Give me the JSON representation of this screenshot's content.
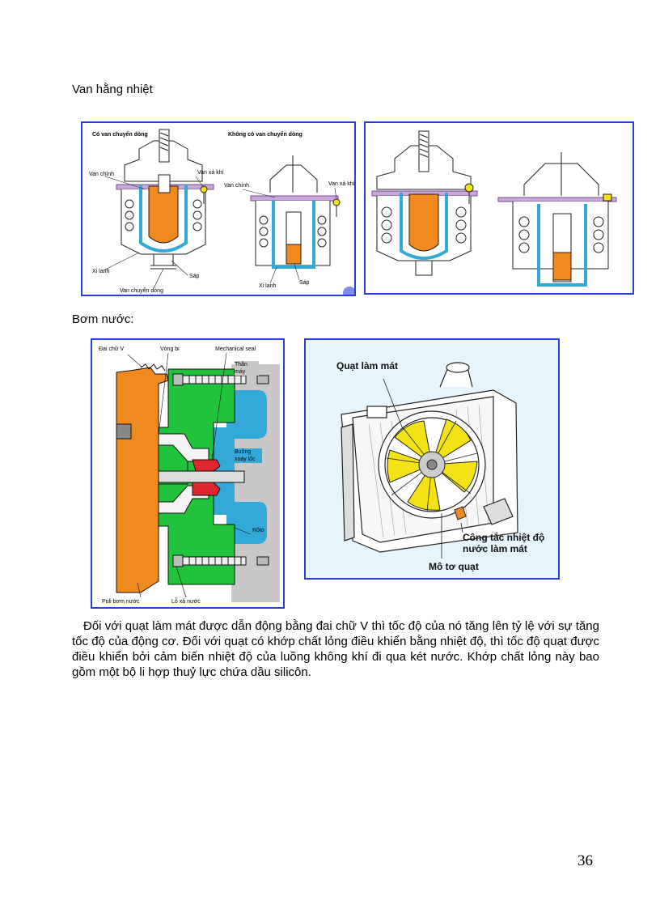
{
  "headings": {
    "thermostat": "Van hằng nhiệt",
    "water_pump": "Bơm nước:"
  },
  "figure_thermostat": {
    "titles": {
      "with_bypass": "Có van chuyển dòng",
      "without_bypass": "Không có van chuyển dòng"
    },
    "labels": {
      "main_valve_1": "Van chính",
      "bleed_valve_1": "Van xả khí",
      "cylinder_1": "Xi lanh",
      "wax_1": "Sáp",
      "bypass_valve": "Van chuyển dòng",
      "main_valve_2": "Van chính",
      "bleed_valve_2": "Van xả khí",
      "cylinder_2": "Xi lanh",
      "wax_2": "Sáp"
    }
  },
  "figure_pump": {
    "labels": {
      "v_belt": "Đai chữ V",
      "bearing": "Vòng bi",
      "mechanical_seal": "Mechanical seal",
      "block": "Thân máy",
      "vortex_chamber": "Buồng xoáy lốc",
      "rotor": "Rôto",
      "pulley": "Puli bơm nước",
      "drain_hole": "Lỗ xả nước"
    }
  },
  "figure_fan": {
    "labels": {
      "cooling_fan": "Quạt làm mát",
      "temp_switch": "Công tắc nhiệt độ nước làm mát",
      "fan_motor": "Mô tơ quạt"
    }
  },
  "paragraph": "Đối với quạt làm mát được dẫn động bằng đai chữ V thì tốc độ của nó tăng lên tỷ lệ với sự tăng tốc độ của động cơ. Đối với quạt có khớp chất lỏng điều khiển bằng nhiệt độ, thì tốc độ quạt được điều khiển bởi cảm biến nhiệt độ của luồng không khí đi qua két nước. Khớp chất lỏng này bao gồm một bộ li hợp thuỷ lực chứa dầu silicôn.",
  "page_number": "36",
  "colors": {
    "frame_blue": "#2a3fd6",
    "coolant_blue": "#33a9d8",
    "wax_orange": "#f08a1e",
    "pump_green": "#22c33c",
    "seal_red": "#e0262e",
    "fan_yellow": "#f3e316",
    "fan_bg": "#e6f5fb"
  }
}
